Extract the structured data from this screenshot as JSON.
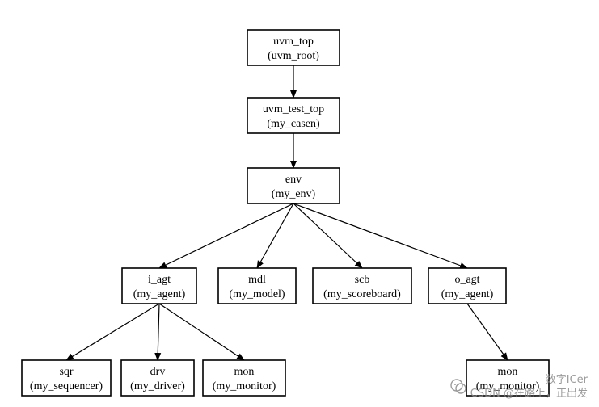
{
  "nodes": [
    {
      "id": "uvm_top",
      "name": "uvm_top",
      "type": "(uvm_root)"
    },
    {
      "id": "uvm_test_top",
      "name": "uvm_test_top",
      "type": "(my_casen)"
    },
    {
      "id": "env",
      "name": "env",
      "type": "(my_env)"
    },
    {
      "id": "i_agt",
      "name": "i_agt",
      "type": "(my_agent)"
    },
    {
      "id": "mdl",
      "name": "mdl",
      "type": "(my_model)"
    },
    {
      "id": "scb",
      "name": "scb",
      "type": "(my_scoreboard)"
    },
    {
      "id": "o_agt",
      "name": "o_agt",
      "type": "(my_agent)"
    },
    {
      "id": "sqr",
      "name": "sqr",
      "type": "(my_sequencer)"
    },
    {
      "id": "drv",
      "name": "drv",
      "type": "(my_driver)"
    },
    {
      "id": "mon_i",
      "name": "mon",
      "type": "(my_monitor)"
    },
    {
      "id": "mon_o",
      "name": "mon",
      "type": "(my_monitor)"
    }
  ],
  "edges": [
    {
      "from": "uvm_top",
      "to": "uvm_test_top"
    },
    {
      "from": "uvm_test_top",
      "to": "env"
    },
    {
      "from": "env",
      "to": "i_agt"
    },
    {
      "from": "env",
      "to": "mdl"
    },
    {
      "from": "env",
      "to": "scb"
    },
    {
      "from": "env",
      "to": "o_agt"
    },
    {
      "from": "i_agt",
      "to": "sqr"
    },
    {
      "from": "i_agt",
      "to": "drv"
    },
    {
      "from": "i_agt",
      "to": "mon_i"
    },
    {
      "from": "o_agt",
      "to": "mon_o"
    }
  ],
  "watermark": {
    "line1": "数字ICer",
    "line2": "CSDN @在路上，正出发"
  },
  "colors": {
    "stroke": "#000000",
    "watermark": "#8a8a8a"
  }
}
